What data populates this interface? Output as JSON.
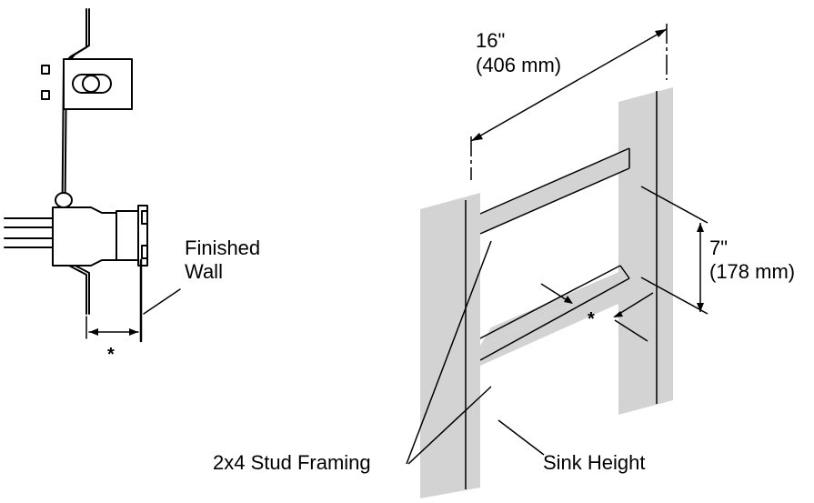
{
  "colors": {
    "stud_fill": "#d3d3d3",
    "line": "#000000",
    "background": "#ffffff"
  },
  "left_view": {
    "finished_wall_label_line1": "Finished",
    "finished_wall_label_line2": "Wall",
    "offset_marker": "*"
  },
  "right_view": {
    "spacing_dimension_line1": "16\"",
    "spacing_dimension_line2": "(406 mm)",
    "blocking_dimension_line1": "7\"",
    "blocking_dimension_line2": "(178 mm)",
    "offset_marker": "*",
    "stud_framing_label": "2x4 Stud Framing",
    "sink_height_label": "Sink Height"
  }
}
